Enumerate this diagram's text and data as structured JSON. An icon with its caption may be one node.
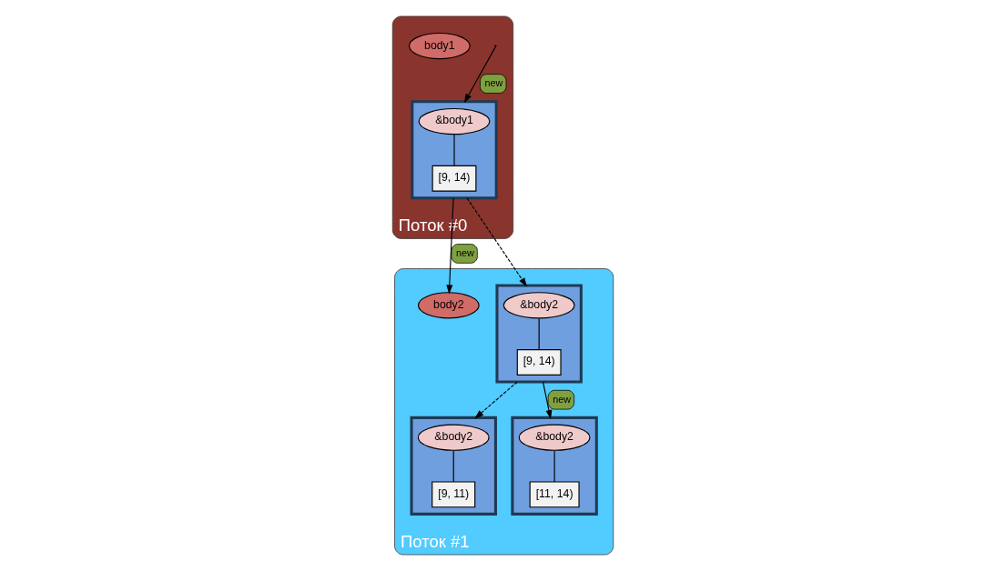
{
  "diagram": {
    "nodes": [
      {
        "text": [
          "Поток #0"
        ]
      },
      {
        "text": [
          "body1"
        ],
        "in": 0
      },
      {
        "text": [],
        "shape": "box",
        "in": 0
      },
      {
        "text": [
          "&body1"
        ],
        "in": 2
      },
      {
        "text": [
          "[9, 14)"
        ],
        "in": 2
      },
      {
        "text": [
          "Поток #1"
        ]
      },
      {
        "text": [
          "body2"
        ],
        "in": 5
      },
      {
        "text": [],
        "shape": "box",
        "in": 5
      },
      {
        "text": [
          "&body2"
        ],
        "in": 7
      },
      {
        "text": [
          "[9, 14)"
        ],
        "in": 7
      },
      {
        "text": [],
        "shape": "box",
        "in": 5
      },
      {
        "text": [
          "&body2"
        ],
        "in": 10
      },
      {
        "text": [
          "[9, 11)"
        ],
        "in": 10
      },
      {
        "text": [],
        "shape": "box",
        "in": 5
      },
      {
        "text": [
          "&body2"
        ],
        "in": 13
      },
      {
        "text": [
          "[11, 14)"
        ],
        "in": 13
      }
    ],
    "edges": [
      {
        "from": null,
        "to": 2,
        "arrow": "to",
        "label": "new"
      },
      {
        "from": 2,
        "to": 6,
        "arrow": "to",
        "label": "new"
      },
      {
        "from": 2,
        "to": 7,
        "arrow": "to",
        "style": "dashed"
      },
      {
        "from": 7,
        "to": 10,
        "arrow": "to",
        "style": "dashed"
      },
      {
        "from": 7,
        "to": 13,
        "arrow": "to",
        "label": "new"
      },
      {
        "from": 3,
        "to": 4,
        "arrow": "none"
      },
      {
        "from": 8,
        "to": 9,
        "arrow": "none"
      },
      {
        "from": 11,
        "to": 12,
        "arrow": "none"
      },
      {
        "from": 14,
        "to": 15,
        "arrow": "none"
      }
    ]
  }
}
